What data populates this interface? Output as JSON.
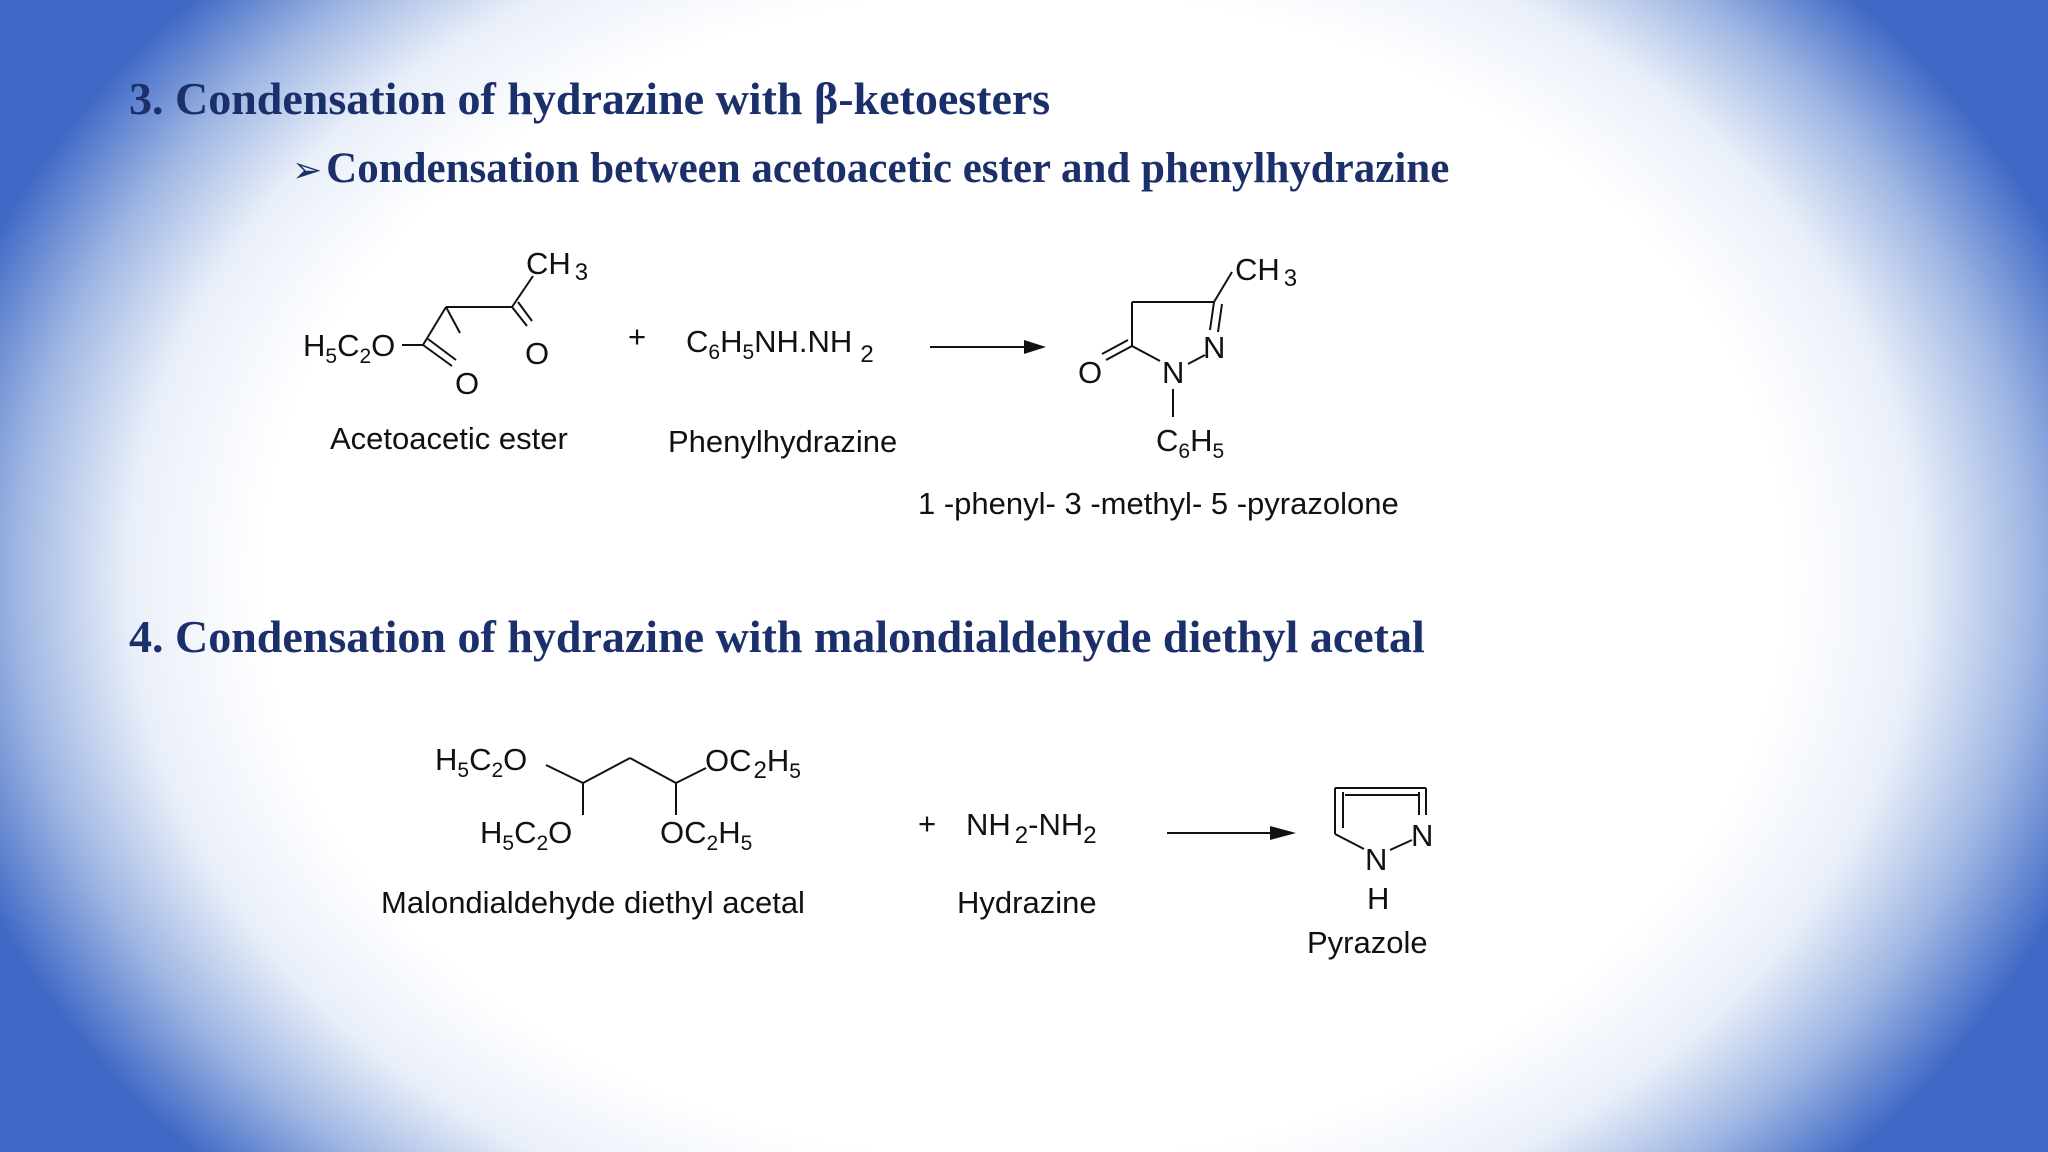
{
  "section3": {
    "heading": "3. Condensation of hydrazine with β-ketoesters",
    "subheading": "Condensation between acetoacetic ester and phenylhydrazine",
    "reactant1_label": "Acetoacetic ester",
    "reactant2_label": "Phenylhydrazine",
    "product_label": "1 -phenyl- 3 -methyl- 5 -pyrazolone"
  },
  "section4": {
    "heading": "4. Condensation of hydrazine with malondialdehyde diethyl acetal",
    "reactant1_label": "Malondialdehyde diethyl acetal",
    "reactant2_label": "Hydrazine",
    "product_label": "Pyrazole"
  },
  "icons": {
    "bullet": "arrowhead-bullet-icon"
  },
  "colors": {
    "heading": "#1b2f6b",
    "border_gradient": "#3f69c6"
  }
}
